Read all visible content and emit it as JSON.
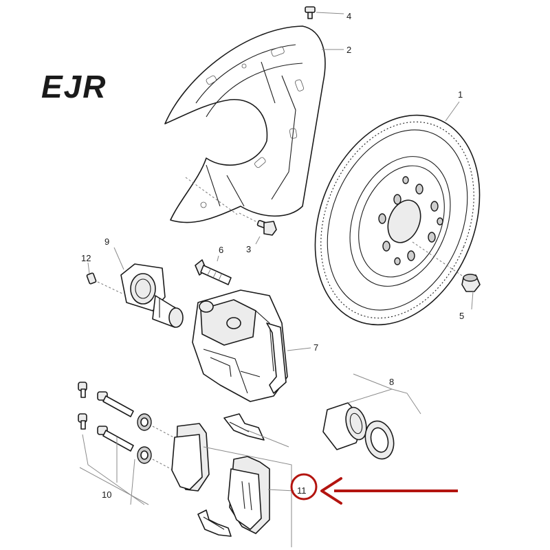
{
  "brand": {
    "logo_text": "EJR",
    "logo_color": "#1a1a1a"
  },
  "highlight": {
    "color": "#b3140f",
    "target_callout": "11"
  },
  "callouts": {
    "c1": "1",
    "c2": "2",
    "c3": "3",
    "c4": "4",
    "c5": "5",
    "c6": "6",
    "c7": "7",
    "c8": "8",
    "c9": "9",
    "c10": "10",
    "c11": "11",
    "c12": "12"
  }
}
